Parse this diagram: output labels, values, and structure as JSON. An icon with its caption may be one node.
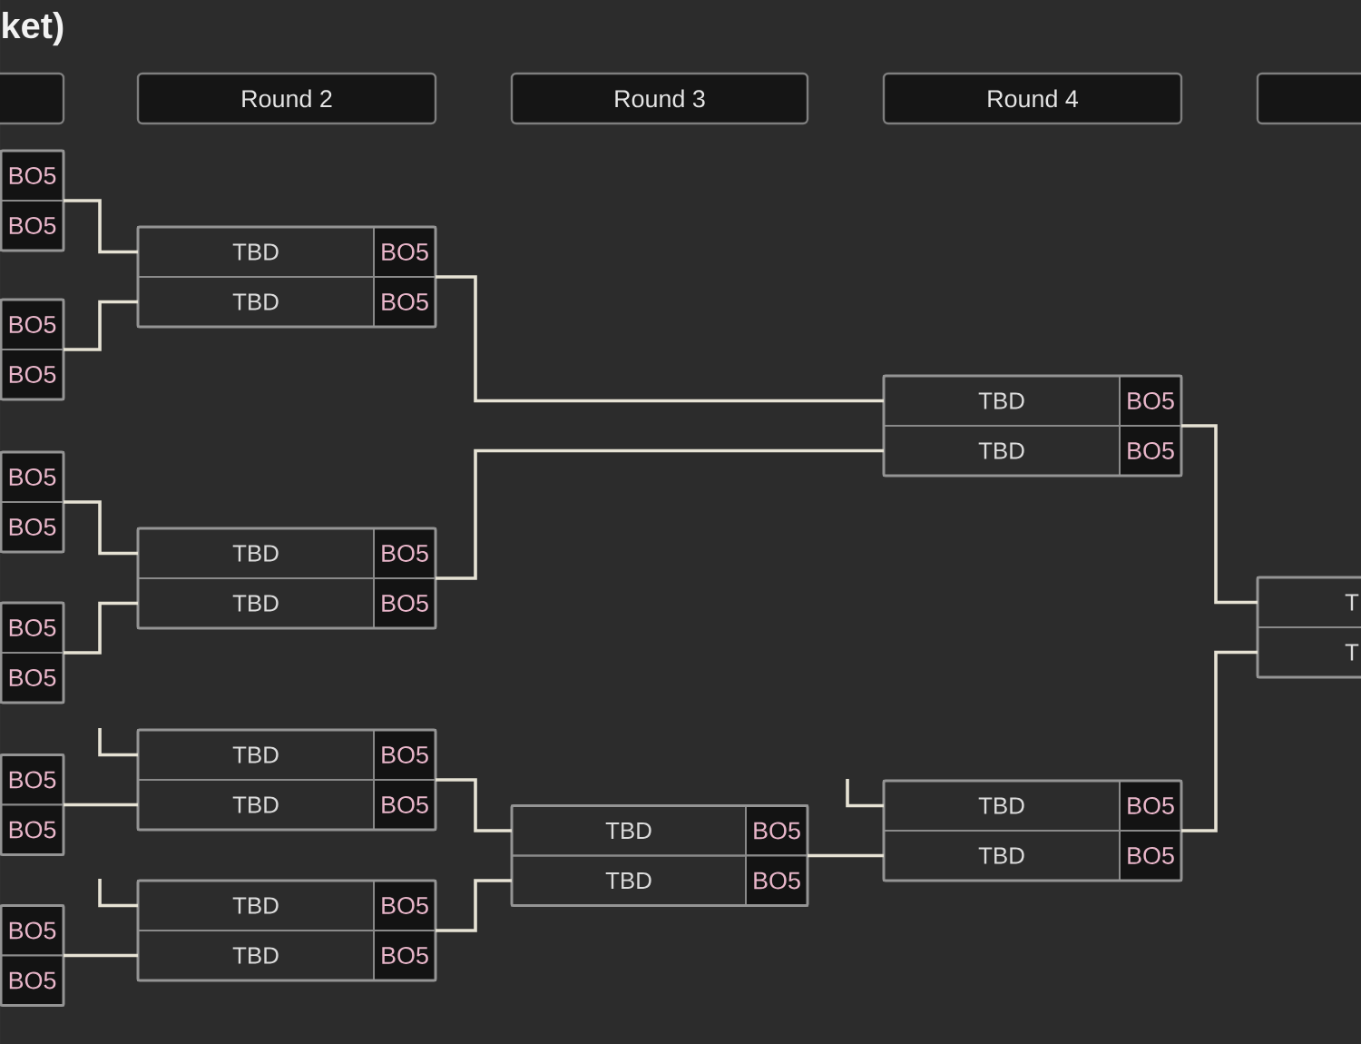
{
  "diagram": {
    "title": "ket)",
    "nodes": [
      {
        "text": [],
        "shape": "box"
      },
      {
        "text": [
          "Round 2"
        ]
      },
      {
        "text": [
          "Round 3"
        ]
      },
      {
        "text": [
          "Round 4"
        ]
      },
      {
        "text": [],
        "shape": "box"
      },
      {
        "text": [],
        "shape": "box"
      },
      {
        "text": [
          "BO5"
        ],
        "in": 5
      },
      {
        "text": [
          "BO5"
        ],
        "in": 5
      },
      {
        "text": [],
        "shape": "box"
      },
      {
        "text": [
          "BO5"
        ],
        "in": 8
      },
      {
        "text": [
          "BO5"
        ],
        "in": 8
      },
      {
        "text": [],
        "shape": "box"
      },
      {
        "text": [
          "BO5"
        ],
        "in": 11
      },
      {
        "text": [
          "BO5"
        ],
        "in": 11
      },
      {
        "text": [],
        "shape": "box"
      },
      {
        "text": [
          "BO5"
        ],
        "in": 14
      },
      {
        "text": [
          "BO5"
        ],
        "in": 14
      },
      {
        "text": [],
        "shape": "box"
      },
      {
        "text": [
          "BO5"
        ],
        "in": 17
      },
      {
        "text": [
          "BO5"
        ],
        "in": 17
      },
      {
        "text": [],
        "shape": "box"
      },
      {
        "text": [
          "BO5"
        ],
        "in": 20
      },
      {
        "text": [
          "BO5"
        ],
        "in": 20
      },
      {
        "text": [],
        "shape": "box"
      },
      {
        "text": [
          "TBD",
          "BO5"
        ],
        "in": 23
      },
      {
        "text": [
          "TBD",
          "BO5"
        ],
        "in": 23
      },
      {
        "text": [],
        "shape": "box"
      },
      {
        "text": [
          "TBD",
          "BO5"
        ],
        "in": 26
      },
      {
        "text": [
          "TBD",
          "BO5"
        ],
        "in": 26
      },
      {
        "text": [],
        "shape": "box"
      },
      {
        "text": [
          "TBD",
          "BO5"
        ],
        "in": 29
      },
      {
        "text": [
          "TBD",
          "BO5"
        ],
        "in": 29
      },
      {
        "text": [],
        "shape": "box"
      },
      {
        "text": [
          "TBD",
          "BO5"
        ],
        "in": 32
      },
      {
        "text": [
          "TBD",
          "BO5"
        ],
        "in": 32
      },
      {
        "text": [],
        "shape": "box"
      },
      {
        "text": [
          "TBD",
          "BO5"
        ],
        "in": 35
      },
      {
        "text": [
          "TBD",
          "BO5"
        ],
        "in": 35
      },
      {
        "text": [],
        "shape": "box"
      },
      {
        "text": [
          "TBD",
          "BO5"
        ],
        "in": 38
      },
      {
        "text": [
          "TBD",
          "BO5"
        ],
        "in": 38
      },
      {
        "text": [],
        "shape": "box"
      },
      {
        "text": [
          "TBD",
          "BO5"
        ],
        "in": 41
      },
      {
        "text": [
          "TBD",
          "BO5"
        ],
        "in": 41
      },
      {
        "text": [],
        "shape": "box"
      },
      {
        "text": [
          "T"
        ],
        "in": 44
      },
      {
        "text": [
          "T"
        ],
        "in": 44
      }
    ],
    "edges": [
      {
        "from": 5,
        "to": 24,
        "arrow": "none"
      },
      {
        "from": 8,
        "to": 25,
        "arrow": "none"
      },
      {
        "from": 11,
        "to": 27,
        "arrow": "none"
      },
      {
        "from": 14,
        "to": 28,
        "arrow": "none"
      },
      {
        "from": null,
        "to": 30,
        "arrow": "none"
      },
      {
        "from": 17,
        "to": 31,
        "arrow": "none"
      },
      {
        "from": null,
        "to": 33,
        "arrow": "none"
      },
      {
        "from": 20,
        "to": 34,
        "arrow": "none"
      },
      {
        "from": 23,
        "to": 39,
        "arrow": "none"
      },
      {
        "from": 26,
        "to": 40,
        "arrow": "none"
      },
      {
        "from": 29,
        "to": 36,
        "arrow": "none"
      },
      {
        "from": 32,
        "to": 37,
        "arrow": "none"
      },
      {
        "from": null,
        "to": 42,
        "arrow": "none"
      },
      {
        "from": 35,
        "to": 43,
        "arrow": "none"
      },
      {
        "from": 38,
        "to": 45,
        "arrow": "none"
      },
      {
        "from": 41,
        "to": 46,
        "arrow": "none"
      }
    ]
  }
}
